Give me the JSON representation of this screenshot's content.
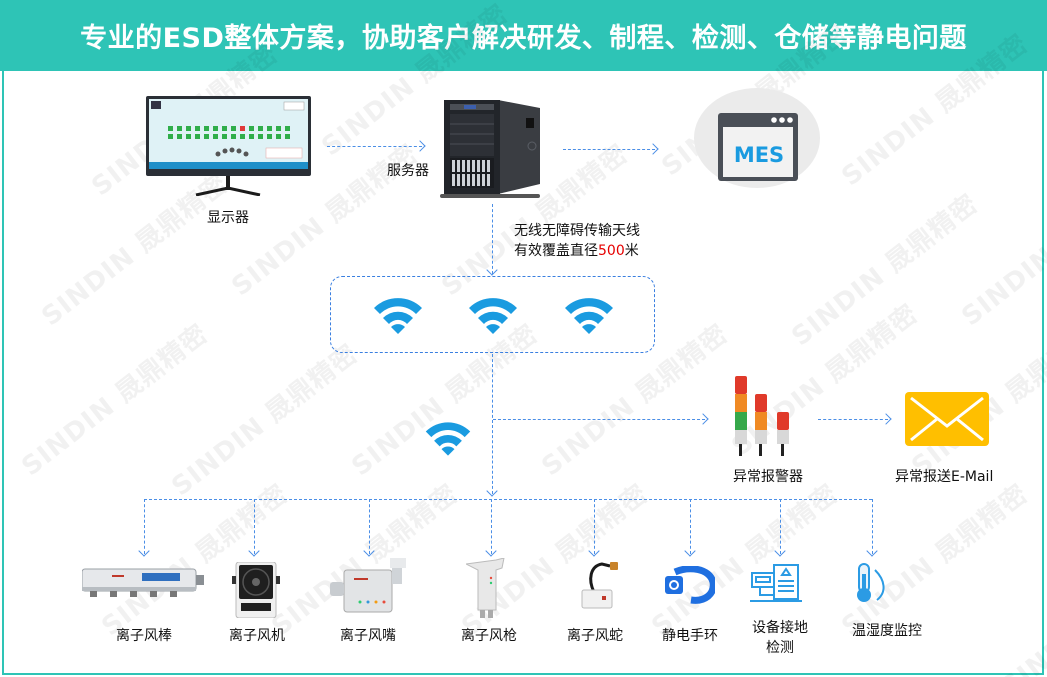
{
  "header": {
    "title": "专业的ESD整体方案，协助客户解决研发、制程、检测、仓储等静电问题"
  },
  "colors": {
    "banner": "#2ec4b6",
    "connector": "#4a8ee6",
    "wifi": "#1a9be0",
    "mes_text": "#1a9be0",
    "highlight": "#e60000",
    "email": "#ffbf00"
  },
  "watermark": {
    "text": "SINDIN 晟鼎精密"
  },
  "top_row": {
    "monitor": {
      "label": "显示器",
      "icon": "monitor-icon"
    },
    "server": {
      "label": "服务器",
      "icon": "server-icon"
    },
    "mes": {
      "label": "MES",
      "icon": "mes-window-icon"
    }
  },
  "antenna_note": {
    "line1": "无线无障碍传输天线",
    "line2_prefix": "有效覆盖直径",
    "line2_value": "500",
    "line2_suffix": "米"
  },
  "wifi_group": {
    "icons": [
      "wifi-icon",
      "wifi-icon",
      "wifi-icon"
    ]
  },
  "alarm": {
    "label": "异常报警器",
    "icon": "tower-light-icon"
  },
  "email": {
    "label": "异常报送E-Mail",
    "icon": "envelope-icon"
  },
  "devices": [
    {
      "label": "离子风棒",
      "icon": "ion-bar-icon"
    },
    {
      "label": "离子风机",
      "icon": "ion-fan-icon"
    },
    {
      "label": "离子风嘴",
      "icon": "ion-nozzle-icon"
    },
    {
      "label": "离子风枪",
      "icon": "ion-gun-icon"
    },
    {
      "label": "离子风蛇",
      "icon": "ion-snake-icon"
    },
    {
      "label": "静电手环",
      "icon": "wrist-strap-icon"
    },
    {
      "label": "设备接地检测",
      "line1": "设备接地",
      "line2": "检测",
      "icon": "grounding-monitor-icon"
    },
    {
      "label": "温湿度监控",
      "icon": "thermometer-icon"
    }
  ]
}
